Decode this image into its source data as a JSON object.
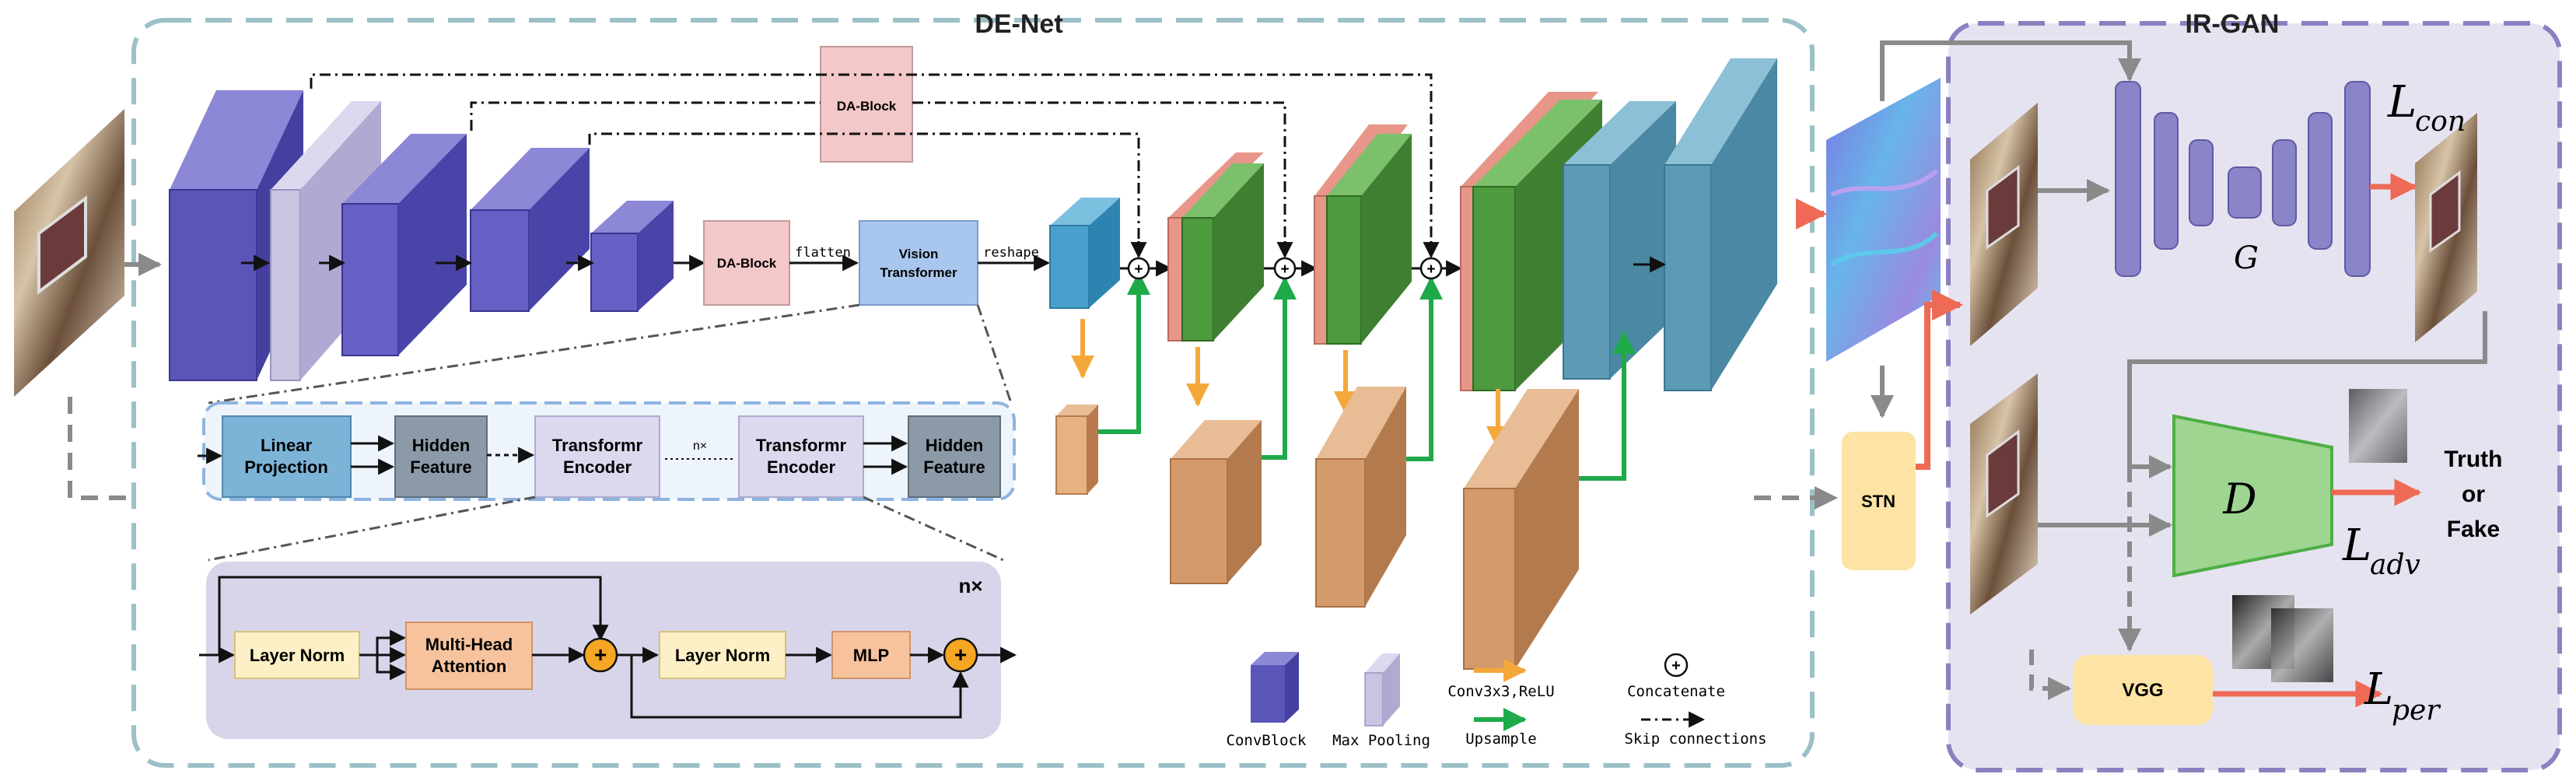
{
  "titles": {
    "denet": "DE-Net",
    "irgan": "IR-GAN"
  },
  "blocks": {
    "da_block": "DA-Block",
    "vit": [
      "Vision",
      "Transformer"
    ],
    "flatten": "flatten",
    "reshape": "reshape",
    "stn": "STN",
    "vgg": "VGG"
  },
  "transformer": {
    "linear_projection": [
      "Linear",
      "Projection"
    ],
    "hidden_feature": [
      "Hidden",
      "Feature"
    ],
    "encoder": [
      "Transformr",
      "Encoder"
    ],
    "nx_small": "n×"
  },
  "encoder_detail": {
    "nx": "n×",
    "layer_norm": "Layer Norm",
    "mha": [
      "Multi-Head",
      "Attention"
    ],
    "mlp": "MLP",
    "plus": "+"
  },
  "legend": {
    "convblock": "ConvBlock",
    "maxpool": "Max Pooling",
    "conv3x3": "Conv3x3,ReLU",
    "upsample": "Upsample",
    "concat": "Concatenate",
    "skip": "Skip connections"
  },
  "gan": {
    "G": "G",
    "D": "D",
    "L": "L",
    "con": "con",
    "adv": "adv",
    "per": "per",
    "truth": [
      "Truth",
      "or",
      "Fake"
    ]
  },
  "colors": {
    "convblock": "#5b55b8",
    "maxpool": "#c9c4e2",
    "blue_cube": "#4aa0cd",
    "green": "#4e9a3f",
    "salmon": "#e8968a",
    "tan": "#d49a6a",
    "teal": "#5c9ab5",
    "orange_arrow": "#f4a83a",
    "green_arrow": "#1faa4a",
    "red_arrow": "#ee6a55",
    "da_fill": "#f3c8c8",
    "vit_fill": "#a9c7ee",
    "stn_fill": "#fde4a4",
    "disc_fill": "#9ed691",
    "gen_fill": "#8a85c8",
    "irgan_bg": "#e6e3f1",
    "denet_border": "#9cc0c8",
    "irgan_border": "#8b81c0"
  }
}
